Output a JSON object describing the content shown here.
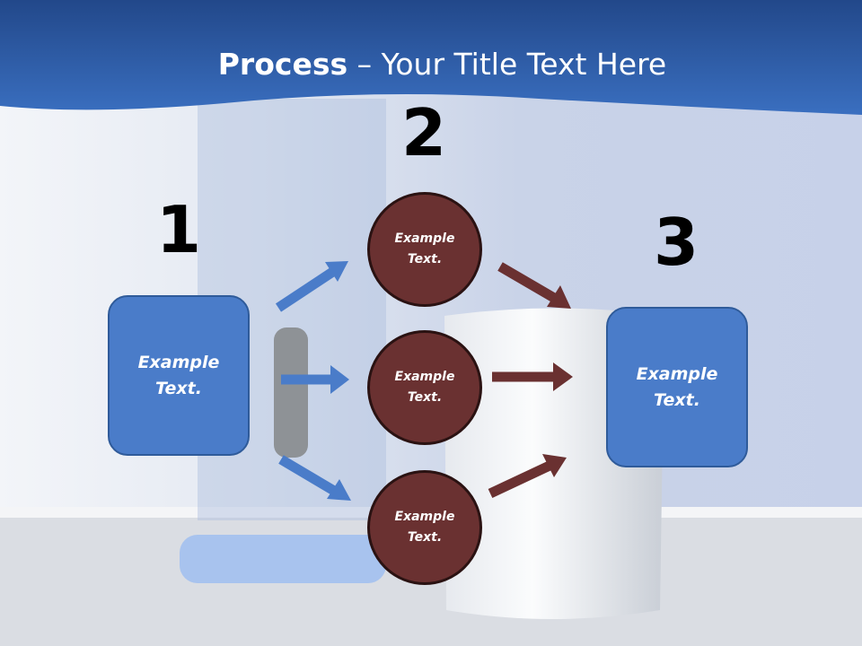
{
  "title": {
    "bold": "Process",
    "rest": " – Your Title Text Here"
  },
  "steps": [
    {
      "number": "1",
      "text": "Example Text."
    },
    {
      "number": "2",
      "text": "Example Text."
    },
    {
      "number": "3",
      "text": "Example Text."
    }
  ],
  "circles": [
    {
      "text": "Example Text."
    },
    {
      "text": "Example Text."
    },
    {
      "text": "Example Text."
    }
  ],
  "colors": {
    "blue": "#4a7cc9",
    "brown": "#6a3131",
    "header": "#2f5fa8"
  }
}
